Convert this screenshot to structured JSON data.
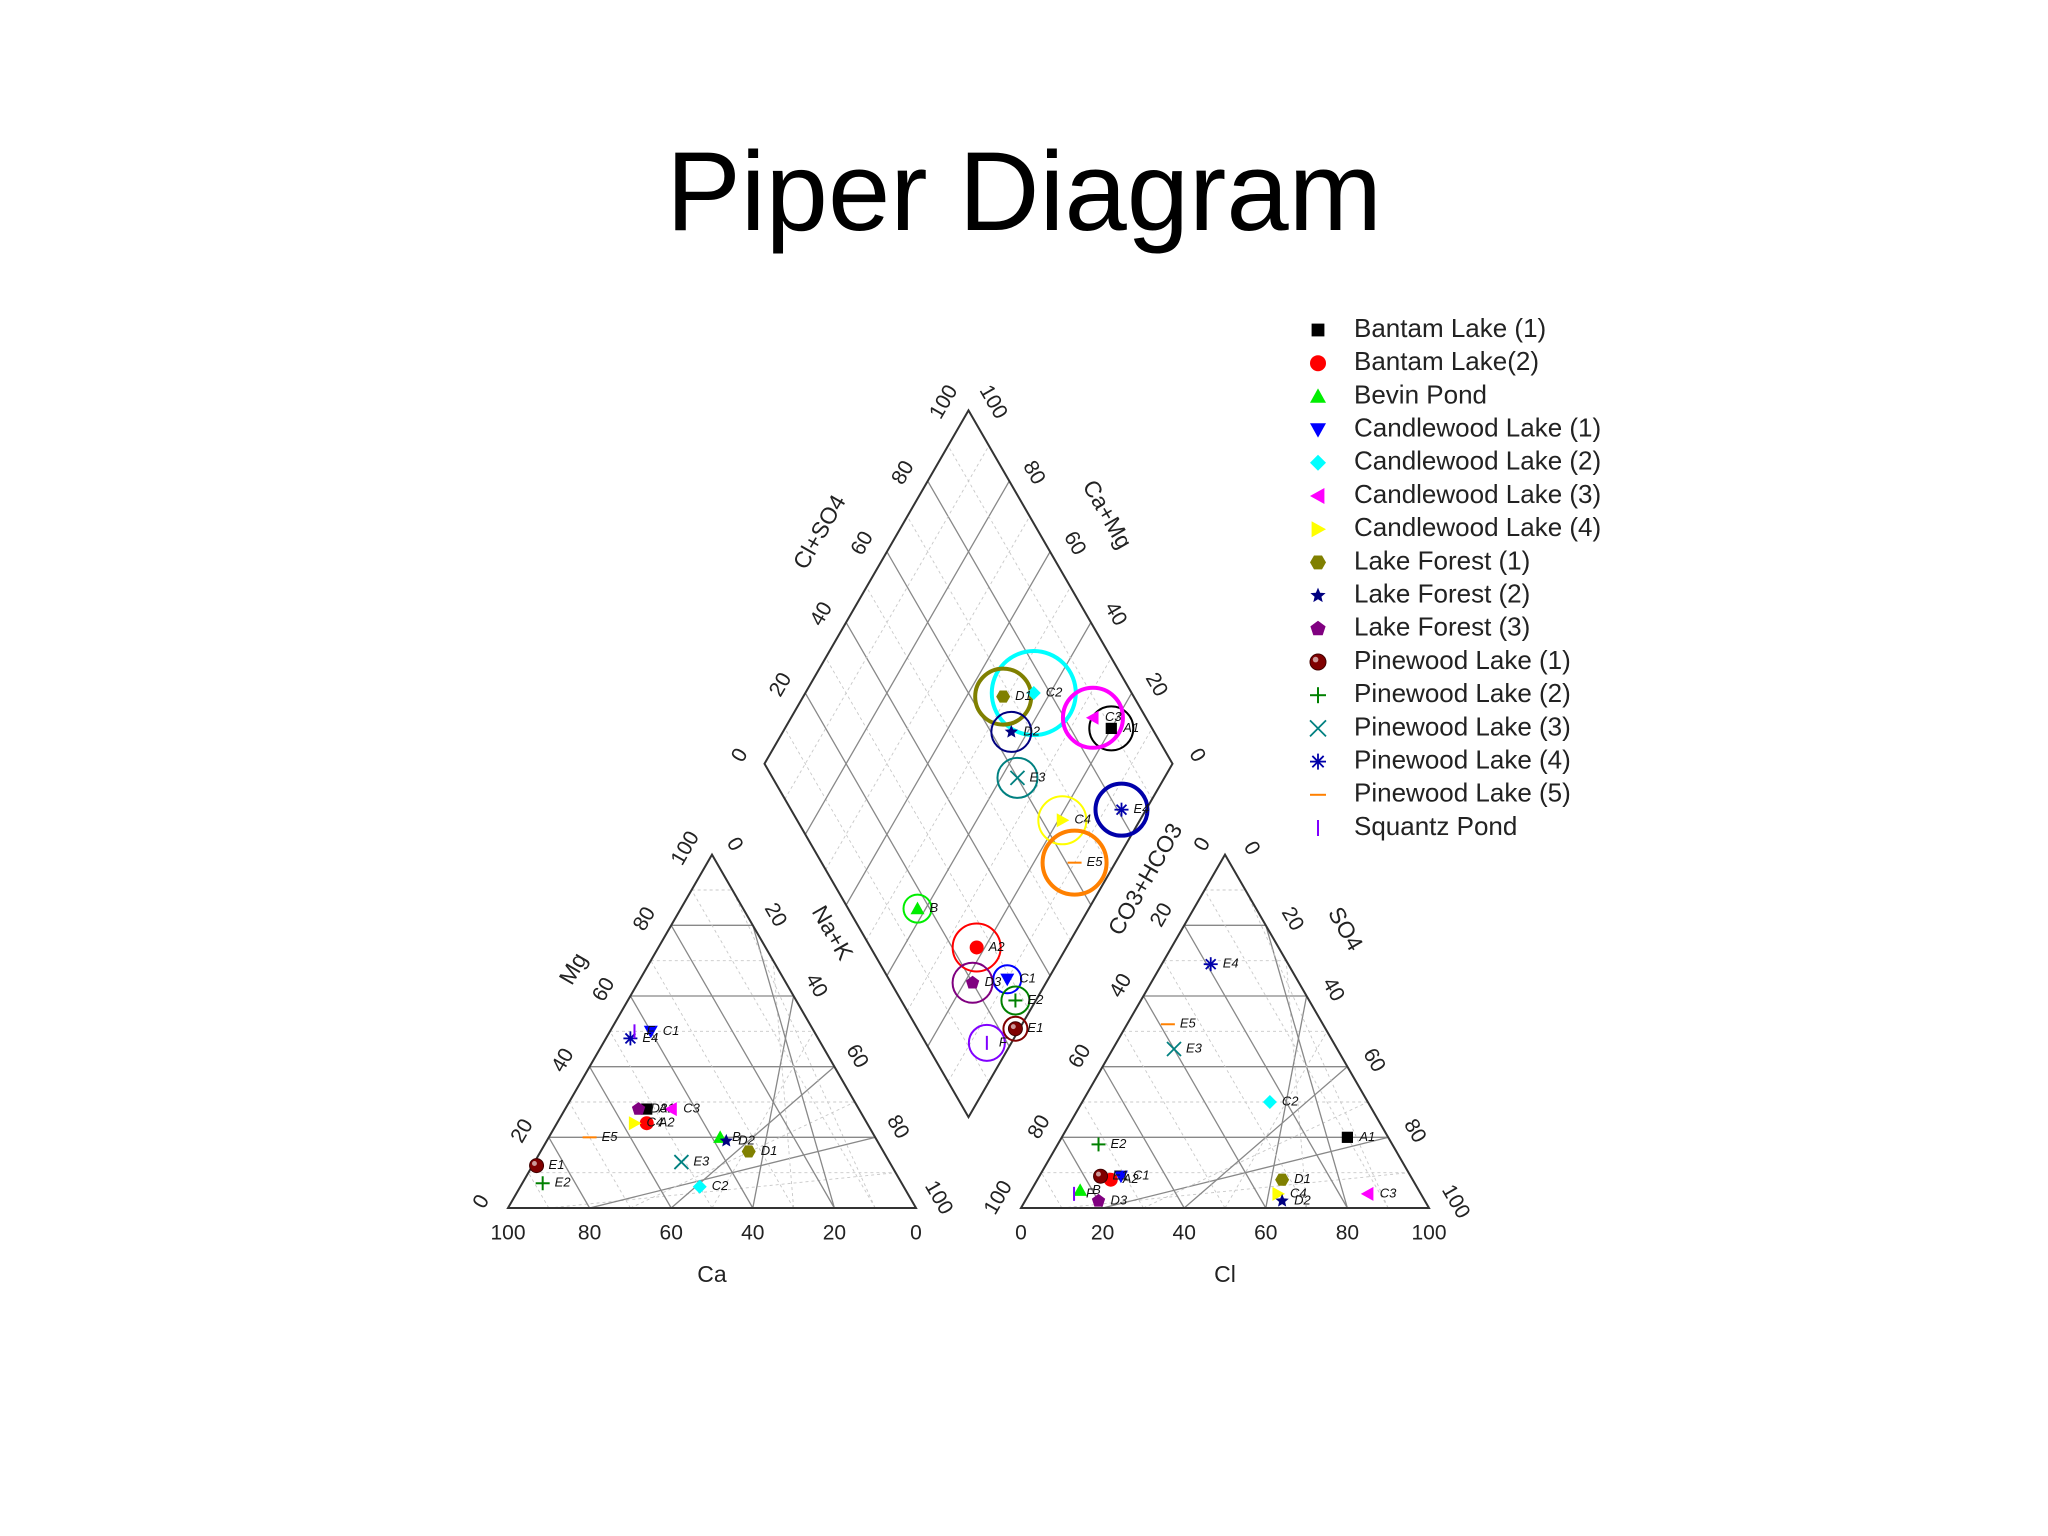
{
  "slide": {
    "title": "Piper Diagram"
  },
  "chart_data": {
    "type": "piper",
    "cation_triangle": {
      "axes": {
        "left_label": "Mg",
        "bottom_label": "Ca",
        "right_label": "Na+K"
      },
      "ticks": [
        "0",
        "20",
        "40",
        "60",
        "80",
        "100"
      ],
      "points": [
        {
          "label": "A1",
          "series": "Bantam Lake (1)",
          "ca": 52,
          "mg": 28,
          "nak": 20
        },
        {
          "label": "A2",
          "series": "Bantam Lake(2)",
          "ca": 54,
          "mg": 24,
          "nak": 22
        },
        {
          "label": "B",
          "series": "Bevin Pond",
          "ca": 38,
          "mg": 20,
          "nak": 42
        },
        {
          "label": "C1",
          "series": "Candlewood Lake (1)",
          "ca": 40,
          "mg": 50,
          "nak": 10
        },
        {
          "label": "C2",
          "series": "Candlewood Lake (2)",
          "ca": 50,
          "mg": 6,
          "nak": 44
        },
        {
          "label": "C3",
          "series": "Candlewood Lake (3)",
          "ca": 46,
          "mg": 28,
          "nak": 26
        },
        {
          "label": "C4",
          "series": "Candlewood Lake (4)",
          "ca": 57,
          "mg": 24,
          "nak": 19
        },
        {
          "label": "D1",
          "series": "Lake Forest (1)",
          "ca": 33,
          "mg": 16,
          "nak": 51
        },
        {
          "label": "D2",
          "series": "Lake Forest (2)",
          "ca": 37,
          "mg": 19,
          "nak": 44
        },
        {
          "label": "D3",
          "series": "Lake Forest (3)",
          "ca": 54,
          "mg": 28,
          "nak": 18
        },
        {
          "label": "E1",
          "series": "Pinewood Lake (1)",
          "ca": 87,
          "mg": 12,
          "nak": 1
        },
        {
          "label": "E2",
          "series": "Pinewood Lake (2)",
          "ca": 88,
          "mg": 7,
          "nak": 5
        },
        {
          "label": "E3",
          "series": "Pinewood Lake (3)",
          "ca": 51,
          "mg": 13,
          "nak": 36
        },
        {
          "label": "E4",
          "series": "Pinewood Lake (4)",
          "ca": 46,
          "mg": 48,
          "nak": 6
        },
        {
          "label": "E5",
          "series": "Pinewood Lake (5)",
          "ca": 70,
          "mg": 20,
          "nak": 10
        },
        {
          "label": "F",
          "series": "Squantz Pond",
          "ca": 44,
          "mg": 50,
          "nak": 6
        }
      ]
    },
    "anion_triangle": {
      "axes": {
        "left_label": "CO3+HCO3",
        "bottom_label": "Cl",
        "right_label": "SO4"
      },
      "ticks": [
        "0",
        "20",
        "40",
        "60",
        "80",
        "100"
      ],
      "points": [
        {
          "label": "A1",
          "series": "Bantam Lake (1)",
          "cl": 70,
          "so4": 20,
          "hco3": 10
        },
        {
          "label": "A2",
          "series": "Bantam Lake(2)",
          "cl": 18,
          "so4": 8,
          "hco3": 74
        },
        {
          "label": "B",
          "series": "Bevin Pond",
          "cl": 12,
          "so4": 5,
          "hco3": 83
        },
        {
          "label": "C1",
          "series": "Candlewood Lake (1)",
          "cl": 20,
          "so4": 9,
          "hco3": 71
        },
        {
          "label": "C2",
          "series": "Candlewood Lake (2)",
          "cl": 46,
          "so4": 30,
          "hco3": 24
        },
        {
          "label": "C3",
          "series": "Candlewood Lake (3)",
          "cl": 83,
          "so4": 4,
          "hco3": 13
        },
        {
          "label": "C4",
          "series": "Candlewood Lake (4)",
          "cl": 61,
          "so4": 4,
          "hco3": 35
        },
        {
          "label": "D1",
          "series": "Lake Forest (1)",
          "cl": 60,
          "so4": 8,
          "hco3": 32
        },
        {
          "label": "D2",
          "series": "Lake Forest (2)",
          "cl": 63,
          "so4": 2,
          "hco3": 35
        },
        {
          "label": "D3",
          "series": "Lake Forest (3)",
          "cl": 18,
          "so4": 2,
          "hco3": 80
        },
        {
          "label": "E1",
          "series": "Pinewood Lake (1)",
          "cl": 15,
          "so4": 9,
          "hco3": 76
        },
        {
          "label": "E2",
          "series": "Pinewood Lake (2)",
          "cl": 10,
          "so4": 18,
          "hco3": 72
        },
        {
          "label": "E3",
          "series": "Pinewood Lake (3)",
          "cl": 15,
          "so4": 45,
          "hco3": 40
        },
        {
          "label": "E4",
          "series": "Pinewood Lake (4)",
          "cl": 12,
          "so4": 69,
          "hco3": 19
        },
        {
          "label": "E5",
          "series": "Pinewood Lake (5)",
          "cl": 10,
          "so4": 52,
          "hco3": 38
        },
        {
          "label": "F",
          "series": "Squantz Pond",
          "cl": 11,
          "so4": 4,
          "hco3": 85
        }
      ]
    },
    "diamond": {
      "labels": {
        "upper_left": "Cl+SO4",
        "upper_right": "Ca+Mg",
        "lower_left": "Na+K",
        "lower_right": "CO3+HCO3"
      },
      "ticks": [
        "0",
        "20",
        "40",
        "60",
        "80",
        "100"
      ],
      "points": [
        {
          "label": "A1",
          "series": "Bantam Lake (1)",
          "cl_so4": 90,
          "ca_mg": 80,
          "circle_size": 1.1
        },
        {
          "label": "A2",
          "series": "Bantam Lake(2)",
          "cl_so4": 26,
          "ca_mg": 78,
          "circle_size": 1.2
        },
        {
          "label": "B",
          "series": "Bevin Pond",
          "cl_so4": 17,
          "ca_mg": 58,
          "circle_size": 0.7
        },
        {
          "label": "C1",
          "series": "Candlewood Lake (1)",
          "cl_so4": 29,
          "ca_mg": 90,
          "circle_size": 0.7
        },
        {
          "label": "C2",
          "series": "Candlewood Lake (2)",
          "cl_so4": 76,
          "ca_mg": 56,
          "circle_size": 2.1
        },
        {
          "label": "C3",
          "series": "Candlewood Lake (3)",
          "cl_so4": 87,
          "ca_mg": 74,
          "circle_size": 1.5
        },
        {
          "label": "C4",
          "series": "Candlewood Lake (4)",
          "cl_so4": 65,
          "ca_mg": 81,
          "circle_size": 1.2
        },
        {
          "label": "D1",
          "series": "Lake Forest (1)",
          "cl_so4": 68,
          "ca_mg": 49,
          "circle_size": 1.4
        },
        {
          "label": "D2",
          "series": "Lake Forest (2)",
          "cl_so4": 65,
          "ca_mg": 56,
          "circle_size": 1.0
        },
        {
          "label": "D3",
          "series": "Lake Forest (3)",
          "cl_so4": 20,
          "ca_mg": 82,
          "circle_size": 1.0
        },
        {
          "label": "E1",
          "series": "Pinewood Lake (1)",
          "cl_so4": 24,
          "ca_mg": 99,
          "circle_size": 0.6
        },
        {
          "label": "E2",
          "series": "Pinewood Lake (2)",
          "cl_so4": 28,
          "ca_mg": 95,
          "circle_size": 0.7
        },
        {
          "label": "E3",
          "series": "Pinewood Lake (3)",
          "cl_so4": 60,
          "ca_mg": 64,
          "circle_size": 1.0
        },
        {
          "label": "E4",
          "series": "Pinewood Lake (4)",
          "cl_so4": 81,
          "ca_mg": 94,
          "circle_size": 1.3
        },
        {
          "label": "E5",
          "series": "Pinewood Lake (5)",
          "cl_so4": 62,
          "ca_mg": 90,
          "circle_size": 1.6
        },
        {
          "label": "F",
          "series": "Squantz Pond",
          "cl_so4": 15,
          "ca_mg": 94,
          "circle_size": 0.9
        }
      ]
    },
    "legend": {
      "position": "top-right",
      "entries": [
        {
          "name": "Bantam Lake (1)",
          "marker": "square",
          "color": "#000000"
        },
        {
          "name": "Bantam Lake(2)",
          "marker": "circle",
          "color": "#ff0000"
        },
        {
          "name": "Bevin Pond",
          "marker": "triangle-up",
          "color": "#00ee00"
        },
        {
          "name": "Candlewood Lake (1)",
          "marker": "triangle-down",
          "color": "#0000ff"
        },
        {
          "name": "Candlewood Lake (2)",
          "marker": "diamond",
          "color": "#00ffff"
        },
        {
          "name": "Candlewood Lake (3)",
          "marker": "triangle-left",
          "color": "#ff00ff"
        },
        {
          "name": "Candlewood Lake (4)",
          "marker": "triangle-right",
          "color": "#ffff00"
        },
        {
          "name": "Lake Forest (1)",
          "marker": "hexagon",
          "color": "#808000"
        },
        {
          "name": "Lake Forest (2)",
          "marker": "star",
          "color": "#000080"
        },
        {
          "name": "Lake Forest (3)",
          "marker": "pentagon",
          "color": "#800080"
        },
        {
          "name": "Pinewood Lake (1)",
          "marker": "ball",
          "color": "#800000"
        },
        {
          "name": "Pinewood Lake (2)",
          "marker": "plus",
          "color": "#008000"
        },
        {
          "name": "Pinewood Lake (3)",
          "marker": "x",
          "color": "#008080"
        },
        {
          "name": "Pinewood Lake (4)",
          "marker": "asterisk",
          "color": "#0000aa"
        },
        {
          "name": "Pinewood Lake (5)",
          "marker": "dash",
          "color": "#ff8000"
        },
        {
          "name": "Squantz Pond",
          "marker": "vbar",
          "color": "#8000ff"
        }
      ]
    }
  }
}
